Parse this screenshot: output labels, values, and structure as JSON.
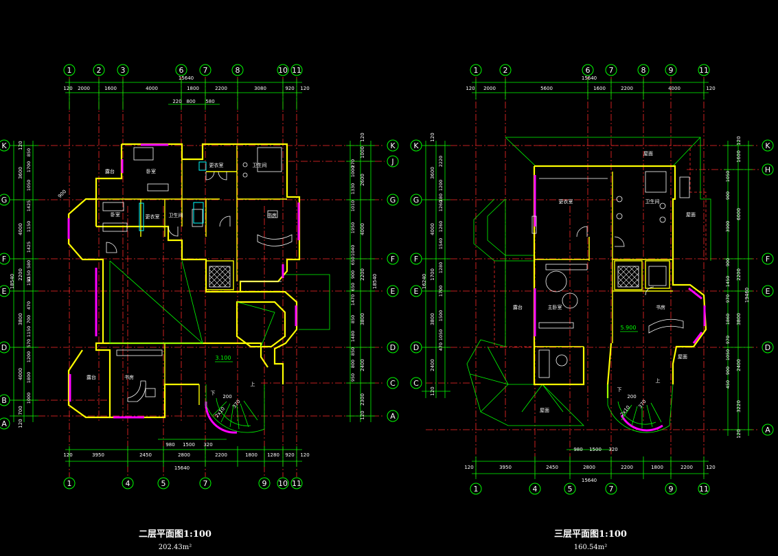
{
  "colors": {
    "grid": "#ff2a2a",
    "dim": "#00ff00",
    "wall": "#ffff00",
    "window": "#ff00ff",
    "room": "#ffffff",
    "stair": "#00ff00",
    "cyan": "#00ffff"
  },
  "plans": [
    {
      "caption": "二层平面图1:100",
      "area": "202.43m²",
      "top_axes": [
        "1",
        "2",
        "3",
        "6",
        "7",
        "8",
        "10",
        "11"
      ],
      "bottom_axes": [
        "1",
        "4",
        "5",
        "7",
        "9",
        "10",
        "11"
      ],
      "left_axes": [
        "K",
        "G",
        "F",
        "E",
        "D",
        "B",
        "A"
      ],
      "right_axes": [
        "K",
        "J",
        "G",
        "F",
        "E",
        "D",
        "C",
        "A"
      ],
      "top_total": "15640",
      "top_dims": [
        "120",
        "2000",
        "1600",
        "4000",
        "1800",
        "2200",
        "3080",
        "920",
        "120"
      ],
      "top_sub_dims": [
        "220",
        "800",
        "580"
      ],
      "bottom_total": "15640",
      "bottom_dims": [
        "120",
        "3950",
        "2450",
        "2800",
        "2200",
        "1800",
        "1280",
        "920",
        "120"
      ],
      "bottom_sub_dims": [
        "980",
        "1500",
        "320"
      ],
      "left_total": "18540",
      "left_dims": [
        "120",
        "3600",
        "4000",
        "2200",
        "3800",
        "4000",
        "700",
        "120"
      ],
      "left_sub_dims": [
        "850",
        "1700",
        "1050",
        "1425",
        "1150",
        "1425",
        "580",
        "1150",
        "150",
        "470",
        "700",
        "1150",
        "570",
        "1200",
        "1800",
        "1000"
      ],
      "right_total": "18540",
      "right_dims": [
        "120",
        "1000",
        "2600",
        "4000",
        "2200",
        "3800",
        "2400",
        "2300",
        "120"
      ],
      "right_sub_dims": [
        "270",
        "1000",
        "1330",
        "1010",
        "1950",
        "1040",
        "650",
        "900",
        "650",
        "1470",
        "850",
        "1480",
        "850",
        "800",
        "950"
      ],
      "rooms": [
        "露台",
        "卧室",
        "更衣室",
        "卫生间",
        "卧室",
        "更衣室",
        "卫生间",
        "书房",
        "露台",
        "书房"
      ],
      "elevation": "3.100",
      "stair_labels": [
        "下",
        "上",
        "200",
        "370",
        "2x10"
      ],
      "diag_dim": "900"
    },
    {
      "caption": "三层平面图1:100",
      "area": "160.54m²",
      "top_axes": [
        "1",
        "2",
        "6",
        "7",
        "8",
        "9",
        "11"
      ],
      "bottom_axes": [
        "1",
        "4",
        "5",
        "7",
        "9",
        "11"
      ],
      "left_axes": [
        "K",
        "G",
        "F",
        "E",
        "D",
        "C"
      ],
      "right_axes": [
        "K",
        "H",
        "F",
        "E",
        "D",
        "A"
      ],
      "top_total": "15640",
      "top_dims": [
        "120",
        "2000",
        "5600",
        "1600",
        "2200",
        "4000",
        "120"
      ],
      "bottom_total": "15640",
      "bottom_dims": [
        "120",
        "3950",
        "2450",
        "2800",
        "2200",
        "1800",
        "2200",
        "120"
      ],
      "bottom_sub_dims": [
        "980",
        "1500",
        "320"
      ],
      "left_total": "16240",
      "left_dims": [
        "120",
        "3600",
        "4000",
        "1700",
        "3800",
        "2400",
        "120"
      ],
      "left_sub_dims": [
        "2220",
        "1200",
        "180",
        "1260",
        "1260",
        "1540",
        "1280",
        "1700",
        "1500",
        "1050",
        "470"
      ],
      "right_total": "19460",
      "right_dims": [
        "120",
        "1600",
        "6000",
        "2200",
        "3800",
        "2400",
        "3220",
        "120"
      ],
      "right_sub_dims": [
        "1050",
        "900",
        "3900",
        "900",
        "1450",
        "970",
        "1860",
        "970",
        "1050",
        "900",
        "450"
      ],
      "rooms": [
        "屋面",
        "更衣室",
        "卫生间",
        "屋面",
        "露台",
        "主卧室",
        "书房",
        "屋面",
        "屋面"
      ],
      "elevation": "5.900",
      "stair_labels": [
        "下",
        "上",
        "200",
        "370",
        "2x10"
      ]
    }
  ]
}
